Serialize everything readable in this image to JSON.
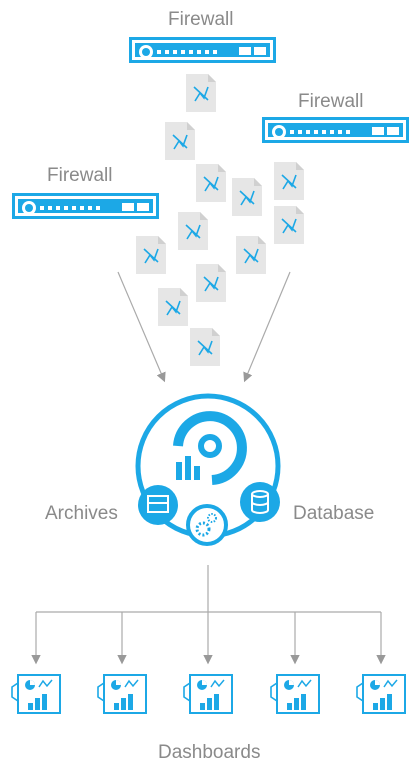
{
  "labels": {
    "firewall_top": "Firewall",
    "firewall_right": "Firewall",
    "firewall_left": "Firewall",
    "archives": "Archives",
    "database": "Database",
    "dashboards": "Dashboards"
  },
  "colors": {
    "accent": "#1ca8e6",
    "doc_fill": "#e6e6e6",
    "arrow": "#999999",
    "text": "#8a8a8a"
  },
  "icons": [
    "firewall-icon",
    "log-file-icon",
    "analytics-logo-icon",
    "archive-tray-icon",
    "database-icon",
    "gears-icon",
    "dashboard-icon"
  ]
}
